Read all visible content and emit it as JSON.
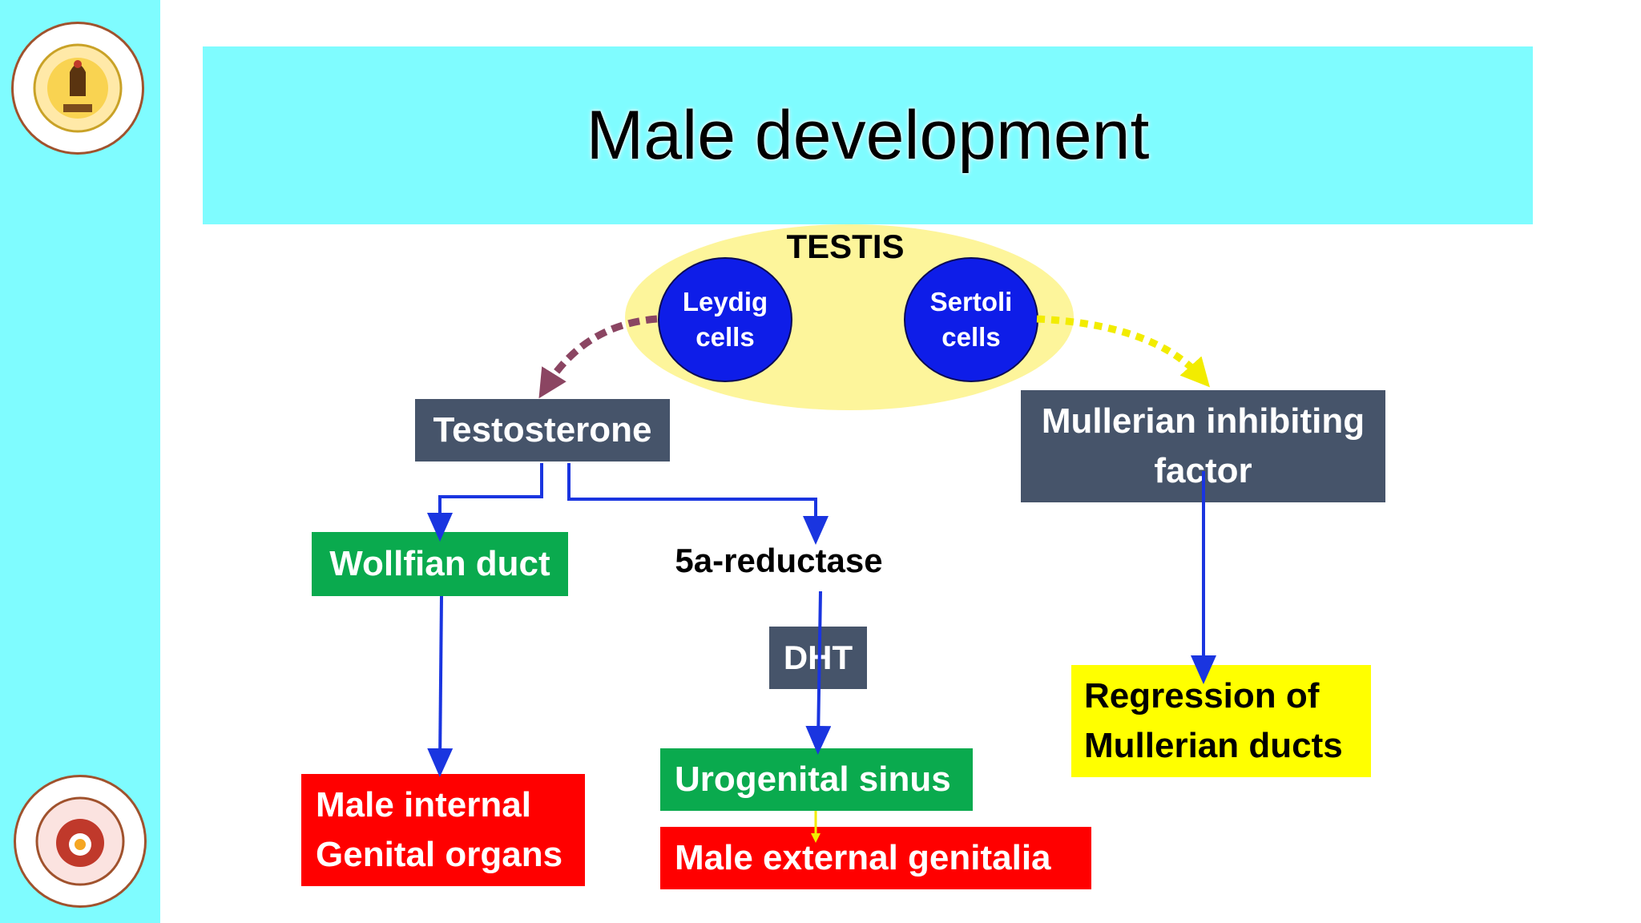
{
  "slide": {
    "title": "Male development"
  },
  "testis": {
    "label": "TESTIS",
    "leydig": "Leydig\ncells",
    "sertoli": "Sertoli\ncells"
  },
  "nodes": {
    "testosterone": "Testosterone",
    "mif": "Mullerian inhibiting\nfactor",
    "wolffian": "Wollfian duct",
    "reductase": "5a-reductase",
    "dht": "DHT",
    "urogenital": "Urogenital sinus",
    "male_external": "Male external genitalia",
    "male_internal": "Male internal\nGenital organs",
    "regression": "Regression of\nMullerian ducts"
  },
  "colors": {
    "sidebar": "#7ffcff",
    "banner": "#7ffcff",
    "testis": "#fdf59b",
    "cell": "#0e1de8",
    "gray_box": "#46546a",
    "green_box": "#0aaa4e",
    "red_box": "#ff0000",
    "yellow_box": "#ffff00",
    "arrow_blue": "#1a35e0",
    "arrow_maroon": "#8b4562",
    "arrow_yellow": "#f2ec00"
  }
}
